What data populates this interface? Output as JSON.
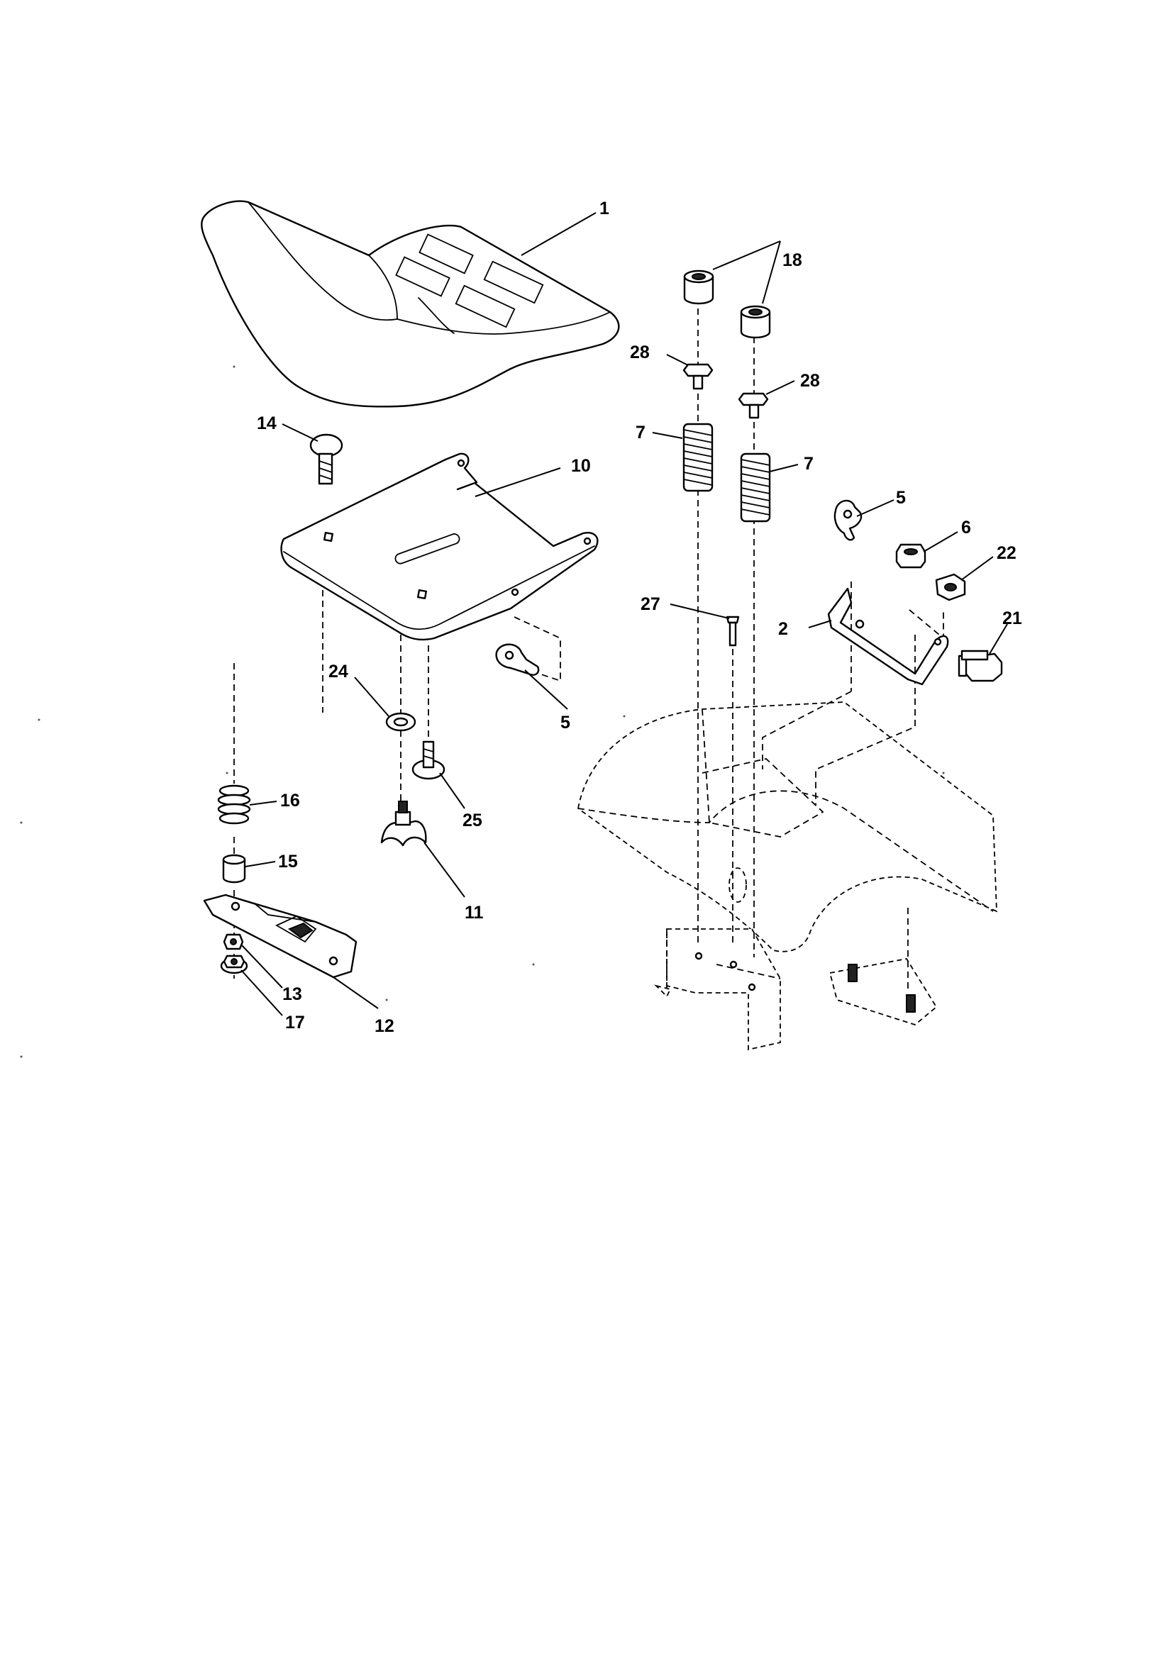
{
  "callouts": {
    "c1": "1",
    "c2": "2",
    "c5a": "5",
    "c5b": "5",
    "c6": "6",
    "c7a": "7",
    "c7b": "7",
    "c10": "10",
    "c11": "11",
    "c12": "12",
    "c13": "13",
    "c14": "14",
    "c15": "15",
    "c16": "16",
    "c17": "17",
    "c18": "18",
    "c21": "21",
    "c22": "22",
    "c24": "24",
    "c25": "25",
    "c27": "27",
    "c28a": "28",
    "c28b": "28"
  }
}
